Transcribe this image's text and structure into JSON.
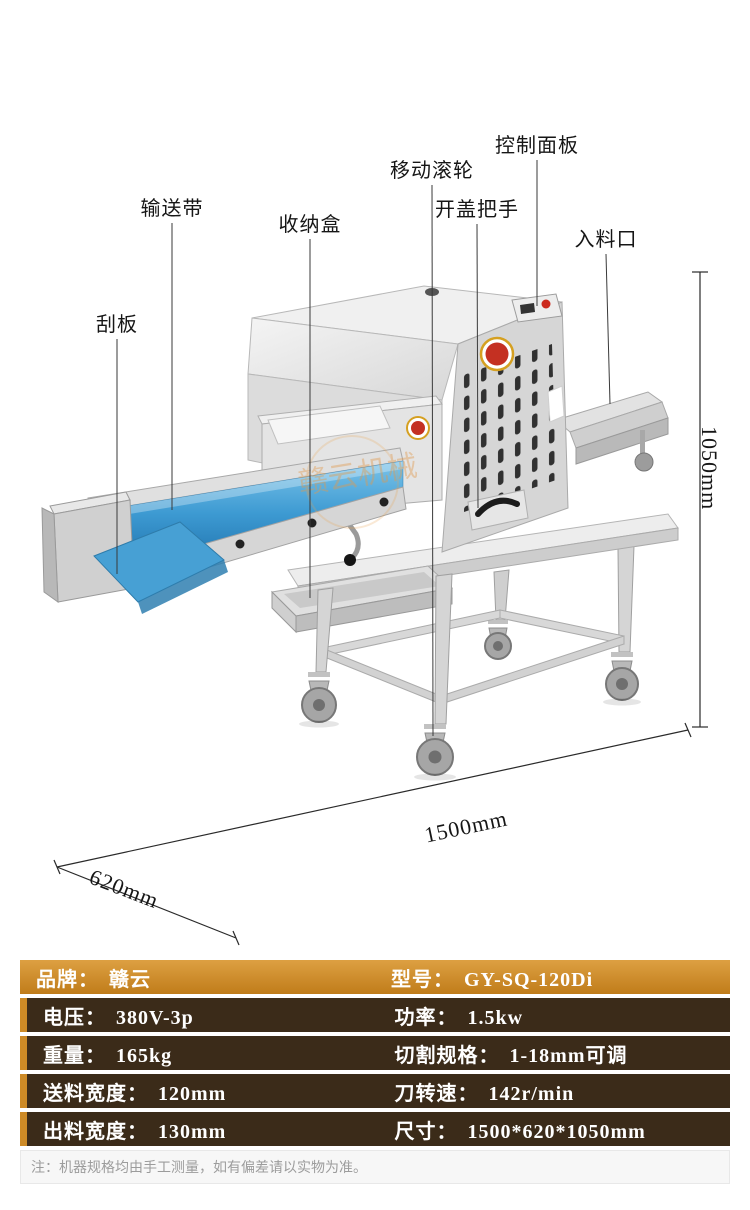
{
  "callouts": [
    {
      "id": "control-panel",
      "label": "控制面板"
    },
    {
      "id": "moving-caster",
      "label": "移动滚轮"
    },
    {
      "id": "cover-handle",
      "label": "开盖把手"
    },
    {
      "id": "conveyor-belt",
      "label": "输送带"
    },
    {
      "id": "storage-box",
      "label": "收纳盒"
    },
    {
      "id": "feed-inlet",
      "label": "入料口"
    },
    {
      "id": "scraper",
      "label": "刮板"
    }
  ],
  "dimensions": {
    "height": "1050mm",
    "length": "1500mm",
    "depth": "620mm"
  },
  "watermark": "赣云机械",
  "spec_table": {
    "rows": [
      {
        "cells": [
          {
            "label": "品牌：",
            "value": "赣云"
          },
          {
            "label": "型号：",
            "value": "GY-SQ-120Di"
          }
        ]
      },
      {
        "cells": [
          {
            "label": "电压：",
            "value": "380V-3p"
          },
          {
            "label": "功率：",
            "value": "1.5kw"
          }
        ]
      },
      {
        "cells": [
          {
            "label": "重量：",
            "value": "165kg"
          },
          {
            "label": "切割规格：",
            "value": "1-18mm可调"
          }
        ]
      },
      {
        "cells": [
          {
            "label": "送料宽度：",
            "value": "120mm"
          },
          {
            "label": "刀转速：",
            "value": "142r/min"
          }
        ]
      },
      {
        "cells": [
          {
            "label": "出料宽度：",
            "value": "130mm"
          },
          {
            "label": "尺寸：",
            "value": "1500*620*1050mm"
          }
        ]
      }
    ],
    "note": "注：机器规格均由手工测量，如有偏差请以实物为准。"
  },
  "colors": {
    "gold": "#cd8a26",
    "dark_brown": "#3b2b19",
    "belt_blue": "#3d9ad2",
    "note_text": "#9c9c9c",
    "logo_red": "#c43022"
  }
}
